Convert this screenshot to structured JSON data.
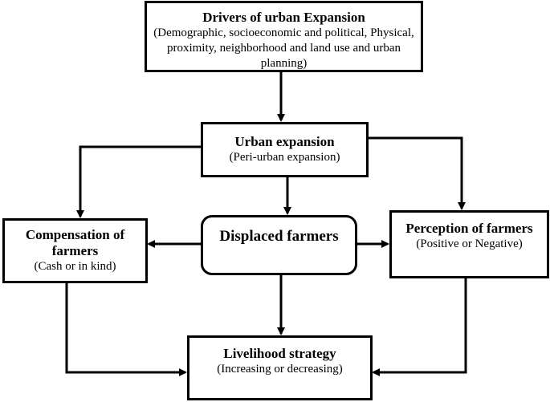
{
  "drivers": {
    "title": "Drivers of urban Expansion",
    "subtitle": "(Demographic, socioeconomic and political, Physical, proximity, neighborhood and land use and urban planning)"
  },
  "urban_expansion": {
    "title": "Urban expansion",
    "subtitle": "(Peri-urban expansion)"
  },
  "displaced": {
    "title": "Displaced farmers"
  },
  "compensation": {
    "title": "Compensation of farmers",
    "subtitle": "(Cash or in kind)"
  },
  "perception": {
    "title": "Perception of farmers",
    "subtitle": "(Positive or Negative)"
  },
  "livelihood": {
    "title": "Livelihood strategy",
    "subtitle": "(Increasing or decreasing)"
  }
}
